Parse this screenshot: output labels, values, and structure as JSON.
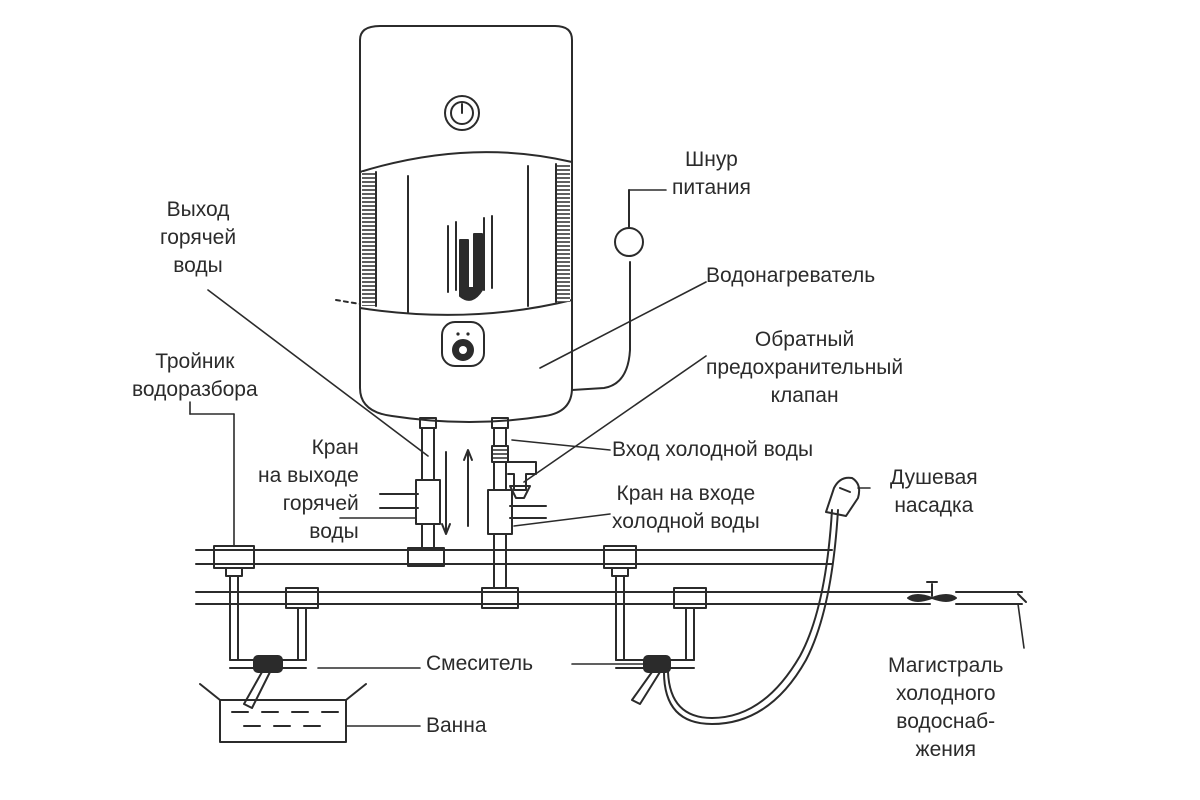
{
  "labels": {
    "power_cord": [
      "Шнур",
      "питания"
    ],
    "hot_outlet": [
      "Выход",
      "горячей",
      "воды"
    ],
    "heater": [
      "Водонагреватель"
    ],
    "safety_valve": [
      "Обратный",
      "предохранительный",
      "клапан"
    ],
    "tee": [
      "Тройник",
      "водоразбора"
    ],
    "hot_tap": [
      "Кран",
      "на выходе",
      "горячей",
      "воды"
    ],
    "cold_inlet": [
      "Вход холодной воды"
    ],
    "cold_tap": [
      "Кран на входе",
      "холодной воды"
    ],
    "shower": [
      "Душевая",
      "насадка"
    ],
    "mixer": [
      "Смеситель"
    ],
    "bath": [
      "Ванна"
    ],
    "main_supply": [
      "Магистраль",
      "холодного",
      "водоснаб-",
      "жения"
    ]
  }
}
